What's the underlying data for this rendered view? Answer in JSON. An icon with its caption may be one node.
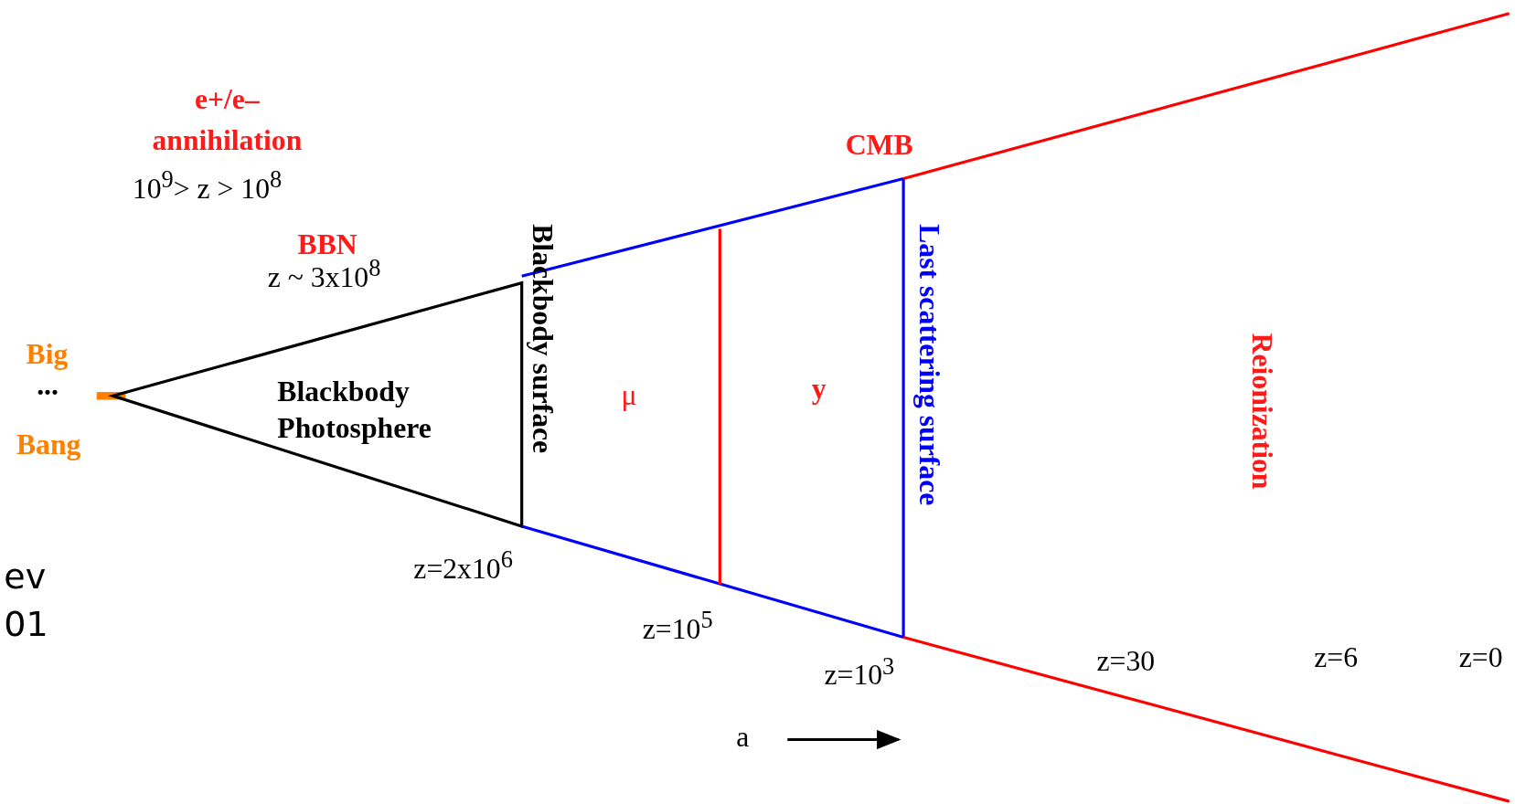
{
  "diagram": {
    "labels": [
      "e+/e– annihilation",
      "10$^{9}$> z > 10$^{8}$",
      "BBN",
      "z ~ 3x10$^{8}$",
      "CMB",
      "Big",
      "...",
      "Bang",
      "Blackbody Photosphere",
      "Blackbody surface",
      "μ",
      "y",
      "Last scattering surface",
      "Reionization",
      "ev",
      "z=2x10$^{6}$",
      "01",
      "z=10$^{5}$",
      "z=30",
      "z=6",
      "z=0",
      "z=10$^{3}$",
      "a"
    ]
  }
}
